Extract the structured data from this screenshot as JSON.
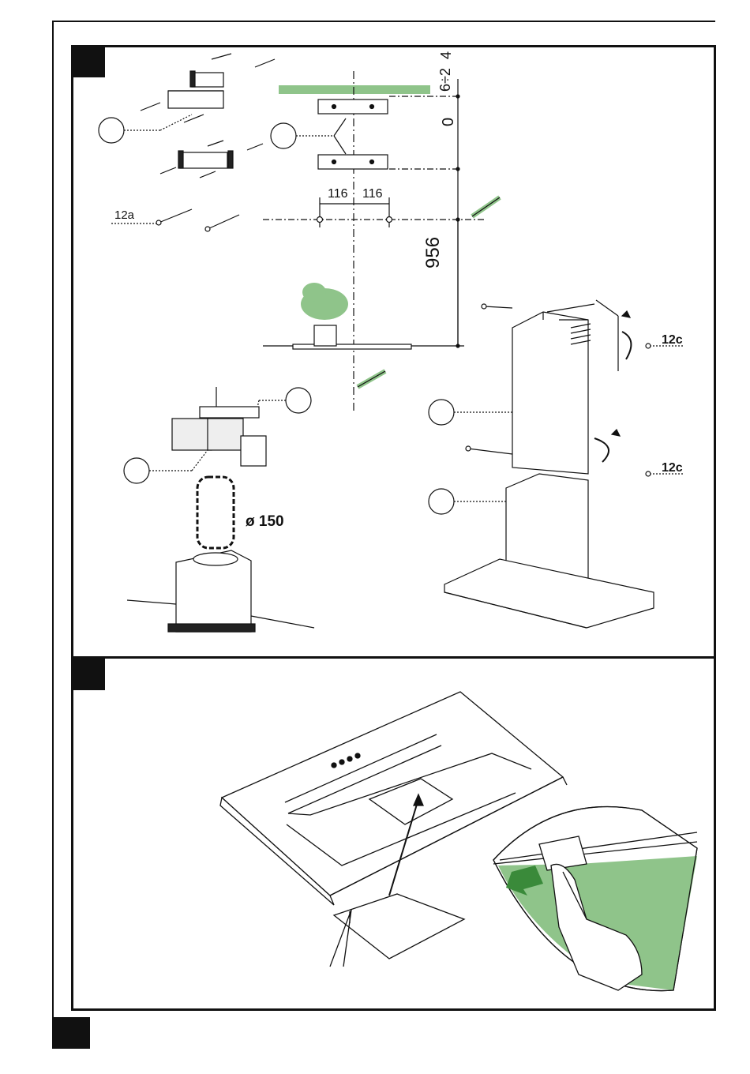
{
  "colors": {
    "line": "#111111",
    "accent_green": "#8fc48a",
    "panel_bg": "#ffffff"
  },
  "panel1": {
    "labels": {
      "callout_12a": "12a",
      "dim_116_left": "116",
      "dim_116_right": "116",
      "dim_956": "956",
      "dim_0": "0",
      "dim_range": "6÷2",
      "dim_top": "4",
      "callout_12c_top": "12c",
      "callout_12c_bottom": "12c",
      "duct_diameter": "ø 150"
    }
  },
  "panel2": {
    "icons": [
      "hood-icon",
      "filter-panel-icon",
      "hand-icon",
      "arrow-icon"
    ]
  }
}
